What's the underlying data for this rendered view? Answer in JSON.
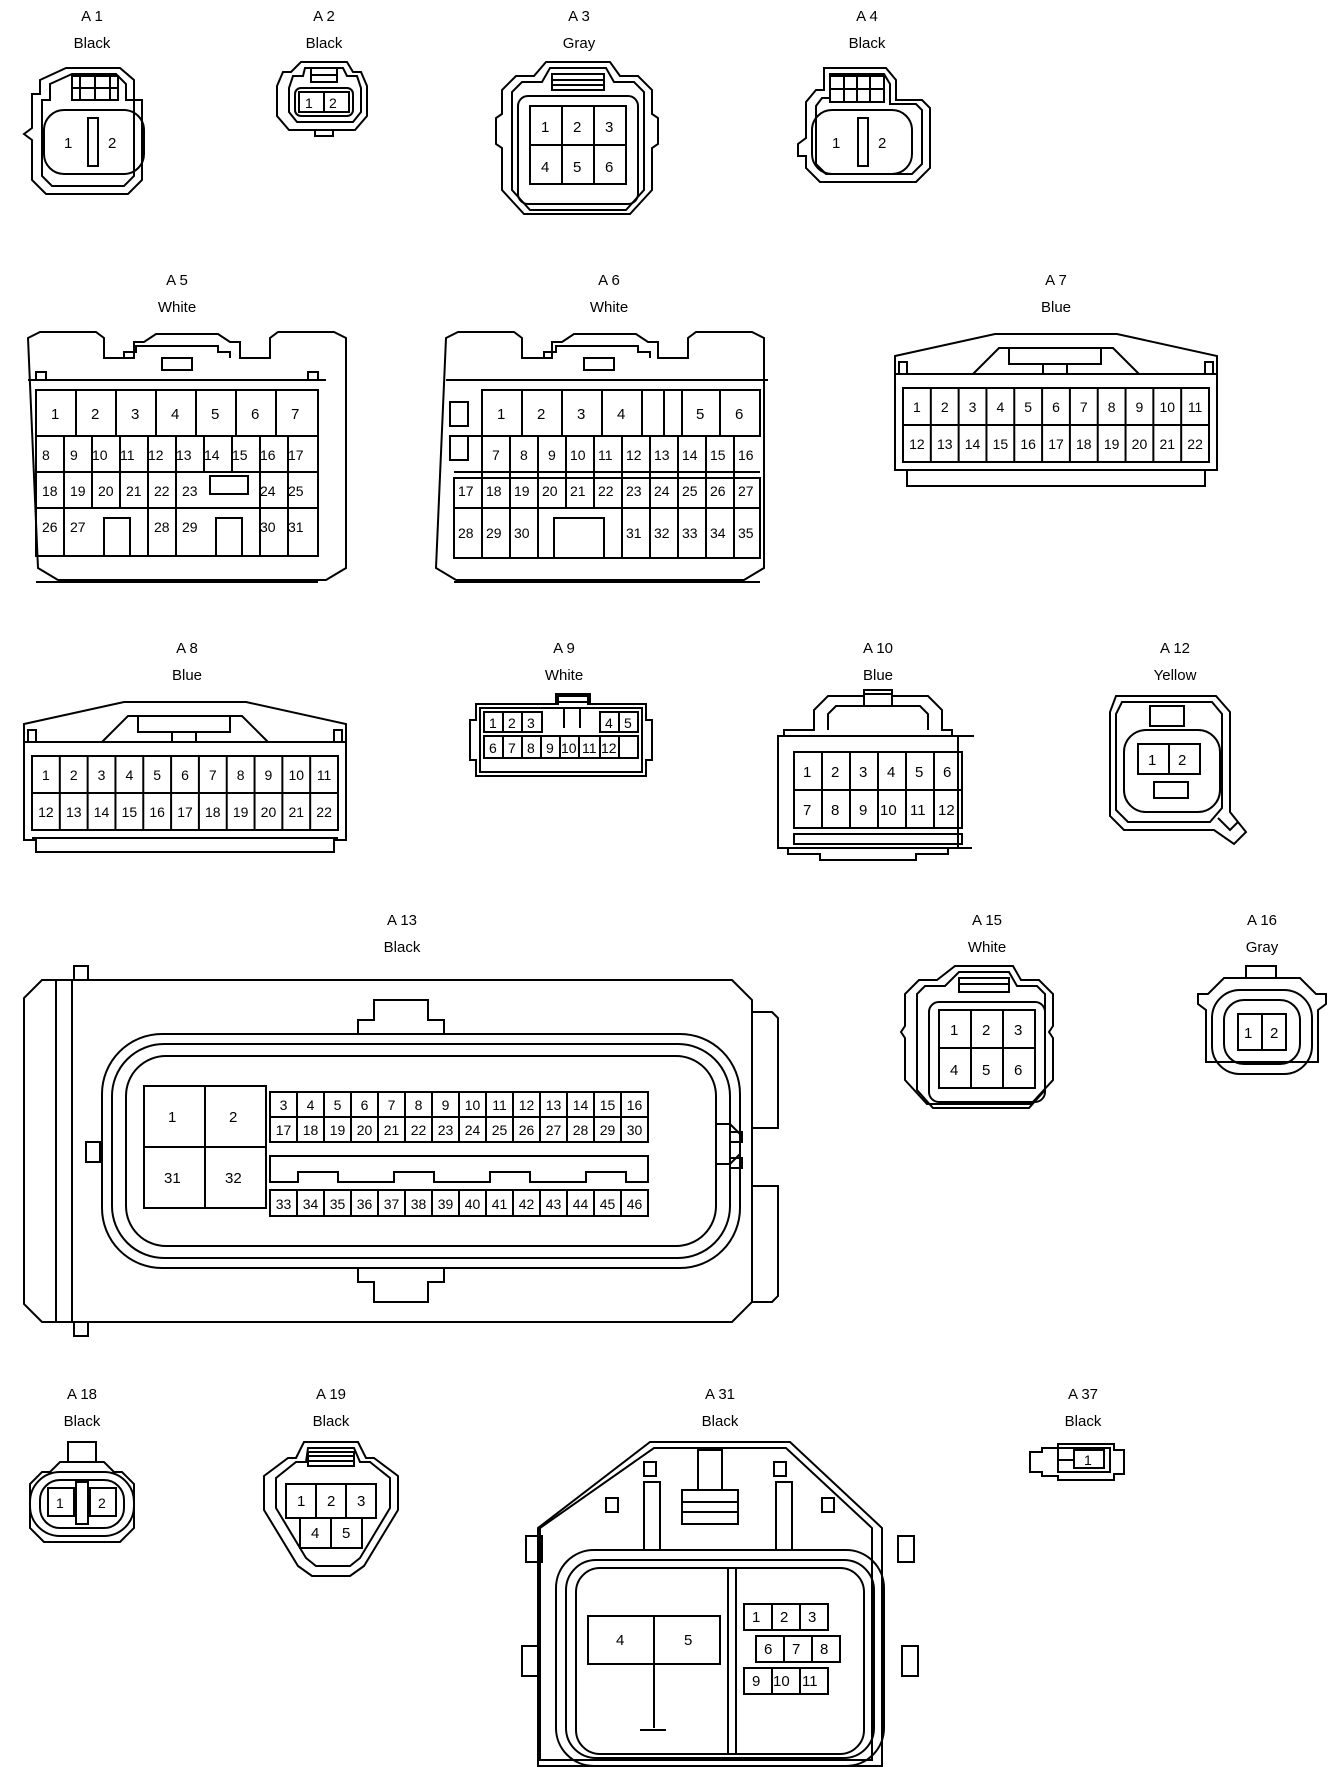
{
  "connectors": [
    {
      "id": "A 1",
      "color": "Black",
      "pins": [
        "1",
        "2"
      ]
    },
    {
      "id": "A 2",
      "color": "Black",
      "pins": [
        "1",
        "2"
      ]
    },
    {
      "id": "A 3",
      "color": "Gray",
      "pins": [
        "1",
        "2",
        "3",
        "4",
        "5",
        "6"
      ]
    },
    {
      "id": "A 4",
      "color": "Black",
      "pins": [
        "1",
        "2"
      ]
    },
    {
      "id": "A 5",
      "color": "White",
      "pins": [
        "1",
        "2",
        "3",
        "4",
        "5",
        "6",
        "7",
        "8",
        "9",
        "10",
        "11",
        "12",
        "13",
        "14",
        "15",
        "16",
        "17",
        "18",
        "19",
        "20",
        "21",
        "22",
        "23",
        "24",
        "25",
        "26",
        "27",
        "28",
        "29",
        "30",
        "31"
      ]
    },
    {
      "id": "A 6",
      "color": "White",
      "pins": [
        "1",
        "2",
        "3",
        "4",
        "5",
        "6",
        "7",
        "8",
        "9",
        "10",
        "11",
        "12",
        "13",
        "14",
        "15",
        "16",
        "17",
        "18",
        "19",
        "20",
        "21",
        "22",
        "23",
        "24",
        "25",
        "26",
        "27",
        "28",
        "29",
        "30",
        "31",
        "32",
        "33",
        "34",
        "35"
      ]
    },
    {
      "id": "A 7",
      "color": "Blue",
      "pins": [
        "1",
        "2",
        "3",
        "4",
        "5",
        "6",
        "7",
        "8",
        "9",
        "10",
        "11",
        "12",
        "13",
        "14",
        "15",
        "16",
        "17",
        "18",
        "19",
        "20",
        "21",
        "22"
      ]
    },
    {
      "id": "A 8",
      "color": "Blue",
      "pins": [
        "1",
        "2",
        "3",
        "4",
        "5",
        "6",
        "7",
        "8",
        "9",
        "10",
        "11",
        "12",
        "13",
        "14",
        "15",
        "16",
        "17",
        "18",
        "19",
        "20",
        "21",
        "22"
      ]
    },
    {
      "id": "A 9",
      "color": "White",
      "pins": [
        "1",
        "2",
        "3",
        "4",
        "5",
        "6",
        "7",
        "8",
        "9",
        "10",
        "11",
        "12"
      ]
    },
    {
      "id": "A 10",
      "color": "Blue",
      "pins": [
        "1",
        "2",
        "3",
        "4",
        "5",
        "6",
        "7",
        "8",
        "9",
        "10",
        "11",
        "12"
      ]
    },
    {
      "id": "A 12",
      "color": "Yellow",
      "pins": [
        "1",
        "2"
      ]
    },
    {
      "id": "A 13",
      "color": "Black",
      "pins": [
        "1",
        "2",
        "3",
        "4",
        "5",
        "6",
        "7",
        "8",
        "9",
        "10",
        "11",
        "12",
        "13",
        "14",
        "15",
        "16",
        "17",
        "18",
        "19",
        "20",
        "21",
        "22",
        "23",
        "24",
        "25",
        "26",
        "27",
        "28",
        "29",
        "30",
        "31",
        "32",
        "33",
        "34",
        "35",
        "36",
        "37",
        "38",
        "39",
        "40",
        "41",
        "42",
        "43",
        "44",
        "45",
        "46"
      ]
    },
    {
      "id": "A 15",
      "color": "White",
      "pins": [
        "1",
        "2",
        "3",
        "4",
        "5",
        "6"
      ]
    },
    {
      "id": "A 16",
      "color": "Gray",
      "pins": [
        "1",
        "2"
      ]
    },
    {
      "id": "A 18",
      "color": "Black",
      "pins": [
        "1",
        "2"
      ]
    },
    {
      "id": "A 19",
      "color": "Black",
      "pins": [
        "1",
        "2",
        "3",
        "4",
        "5"
      ]
    },
    {
      "id": "A 31",
      "color": "Black",
      "pins": [
        "1",
        "2",
        "3",
        "4",
        "5",
        "6",
        "7",
        "8",
        "9",
        "10",
        "11"
      ]
    },
    {
      "id": "A 37",
      "color": "Black",
      "pins": [
        "1"
      ]
    }
  ]
}
